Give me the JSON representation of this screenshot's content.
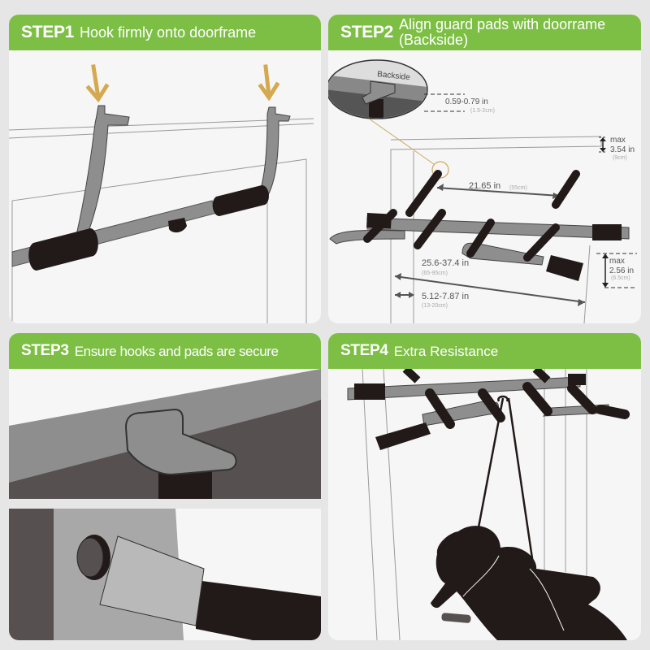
{
  "steps": [
    {
      "label": "STEP1",
      "title": "Hook firmly onto doorframe"
    },
    {
      "label": "STEP2",
      "title_line1": "Align guard pads with doorrame",
      "title_line2": "(Backside)"
    },
    {
      "label": "STEP3",
      "title": "Ensure hooks and pads are secure"
    },
    {
      "label": "STEP4",
      "title": "Extra Resistance"
    }
  ],
  "step2_annotations": {
    "backside": "Backside",
    "guard_gap_in": "0.59-0.79 in",
    "guard_gap_cm": "(1.5-2cm)",
    "max_top_label": "max",
    "max_top_in": "3.54 in",
    "max_top_cm": "(9cm)",
    "hook_span_in": "21.65 in",
    "hook_span_cm": "(55cm)",
    "door_width_in": "25.6-37.4 in",
    "door_width_cm": "(65-95cm)",
    "trim_in": "5.12-7.87 in",
    "trim_cm": "(13-20cm)",
    "max_bottom_label": "max",
    "max_bottom_in": "2.56 in",
    "max_bottom_cm": "(6.5cm)"
  },
  "colors": {
    "header_green": "#7dbf44",
    "arrow_gold": "#d4a94f",
    "bar_gray": "#8e8e8e",
    "foam_black": "#221a18",
    "background": "#e6e6e6"
  }
}
